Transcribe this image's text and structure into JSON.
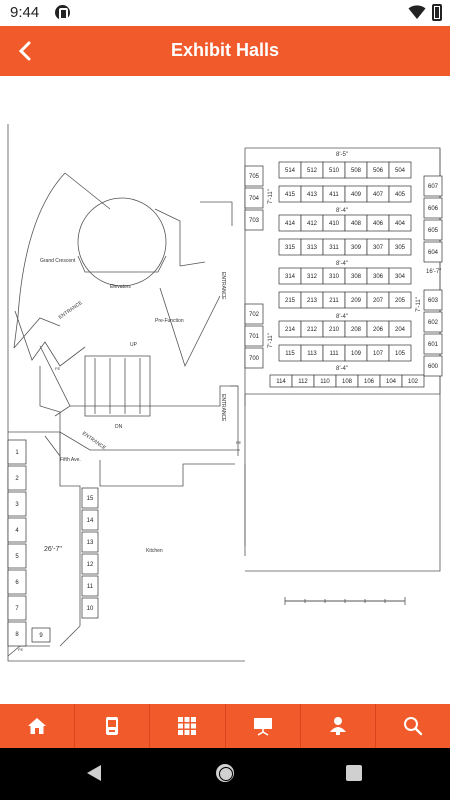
{
  "status_bar": {
    "time": "9:44"
  },
  "header": {
    "title": "Exhibit Halls"
  },
  "map": {
    "hall_width_top": "8'-5\"",
    "row_spacing": "8'-4\"",
    "side_dim_1": "7'-11\"",
    "side_dim_2": "7'-11\"",
    "side_dim_3": "7'-11\"",
    "side_dim_right": "16'-7\"",
    "room_width": "26'-7\"",
    "labels": {
      "grand_crescent": "Grand Crescent",
      "elevators": "Elevators",
      "pre_function": "Pre-Function",
      "entrance_left": "ENTRANCE",
      "entrance_mid": "ENTRANCE",
      "entrance_hall_top": "ENTRANCE",
      "entrance_hall_bottom": "ENTRANCE",
      "up": "UP",
      "dn": "DN",
      "fifth_ave": "Fifth Ave.",
      "kitchen": "Kitchen",
      "fe1": "FE",
      "fe2": "FE",
      "fe3": "FE"
    },
    "booth_rows": [
      [
        "514",
        "512",
        "510",
        "508",
        "506",
        "504"
      ],
      [
        "415",
        "413",
        "411",
        "409",
        "407",
        "405"
      ],
      [
        "414",
        "412",
        "410",
        "408",
        "406",
        "404"
      ],
      [
        "315",
        "313",
        "311",
        "309",
        "307",
        "305"
      ],
      [
        "314",
        "312",
        "310",
        "308",
        "306",
        "304"
      ],
      [
        "215",
        "213",
        "211",
        "209",
        "207",
        "205"
      ],
      [
        "214",
        "212",
        "210",
        "208",
        "206",
        "204"
      ],
      [
        "115",
        "113",
        "111",
        "109",
        "107",
        "105"
      ],
      [
        "114",
        "112",
        "110",
        "108",
        "106",
        "104",
        "102"
      ]
    ],
    "left_column_booths": [
      "705",
      "704",
      "703",
      "702",
      "701",
      "700"
    ],
    "right_column_booths": [
      "607",
      "606",
      "605",
      "604",
      "603",
      "602",
      "601",
      "600"
    ],
    "left_wall_booths": [
      "1",
      "2",
      "3",
      "4",
      "5",
      "6",
      "7",
      "8",
      "9"
    ],
    "inner_booths": [
      "15",
      "14",
      "13",
      "12",
      "11",
      "10"
    ]
  },
  "tabs": [
    {
      "name": "home",
      "icon": "home-icon"
    },
    {
      "name": "kiosk",
      "icon": "kiosk-icon"
    },
    {
      "name": "grid",
      "icon": "grid-icon"
    },
    {
      "name": "presentation",
      "icon": "presentation-icon"
    },
    {
      "name": "exhibitor",
      "icon": "person-icon"
    },
    {
      "name": "search",
      "icon": "search-icon"
    }
  ],
  "colors": {
    "accent": "#f15a2b",
    "nav": "#000000"
  }
}
